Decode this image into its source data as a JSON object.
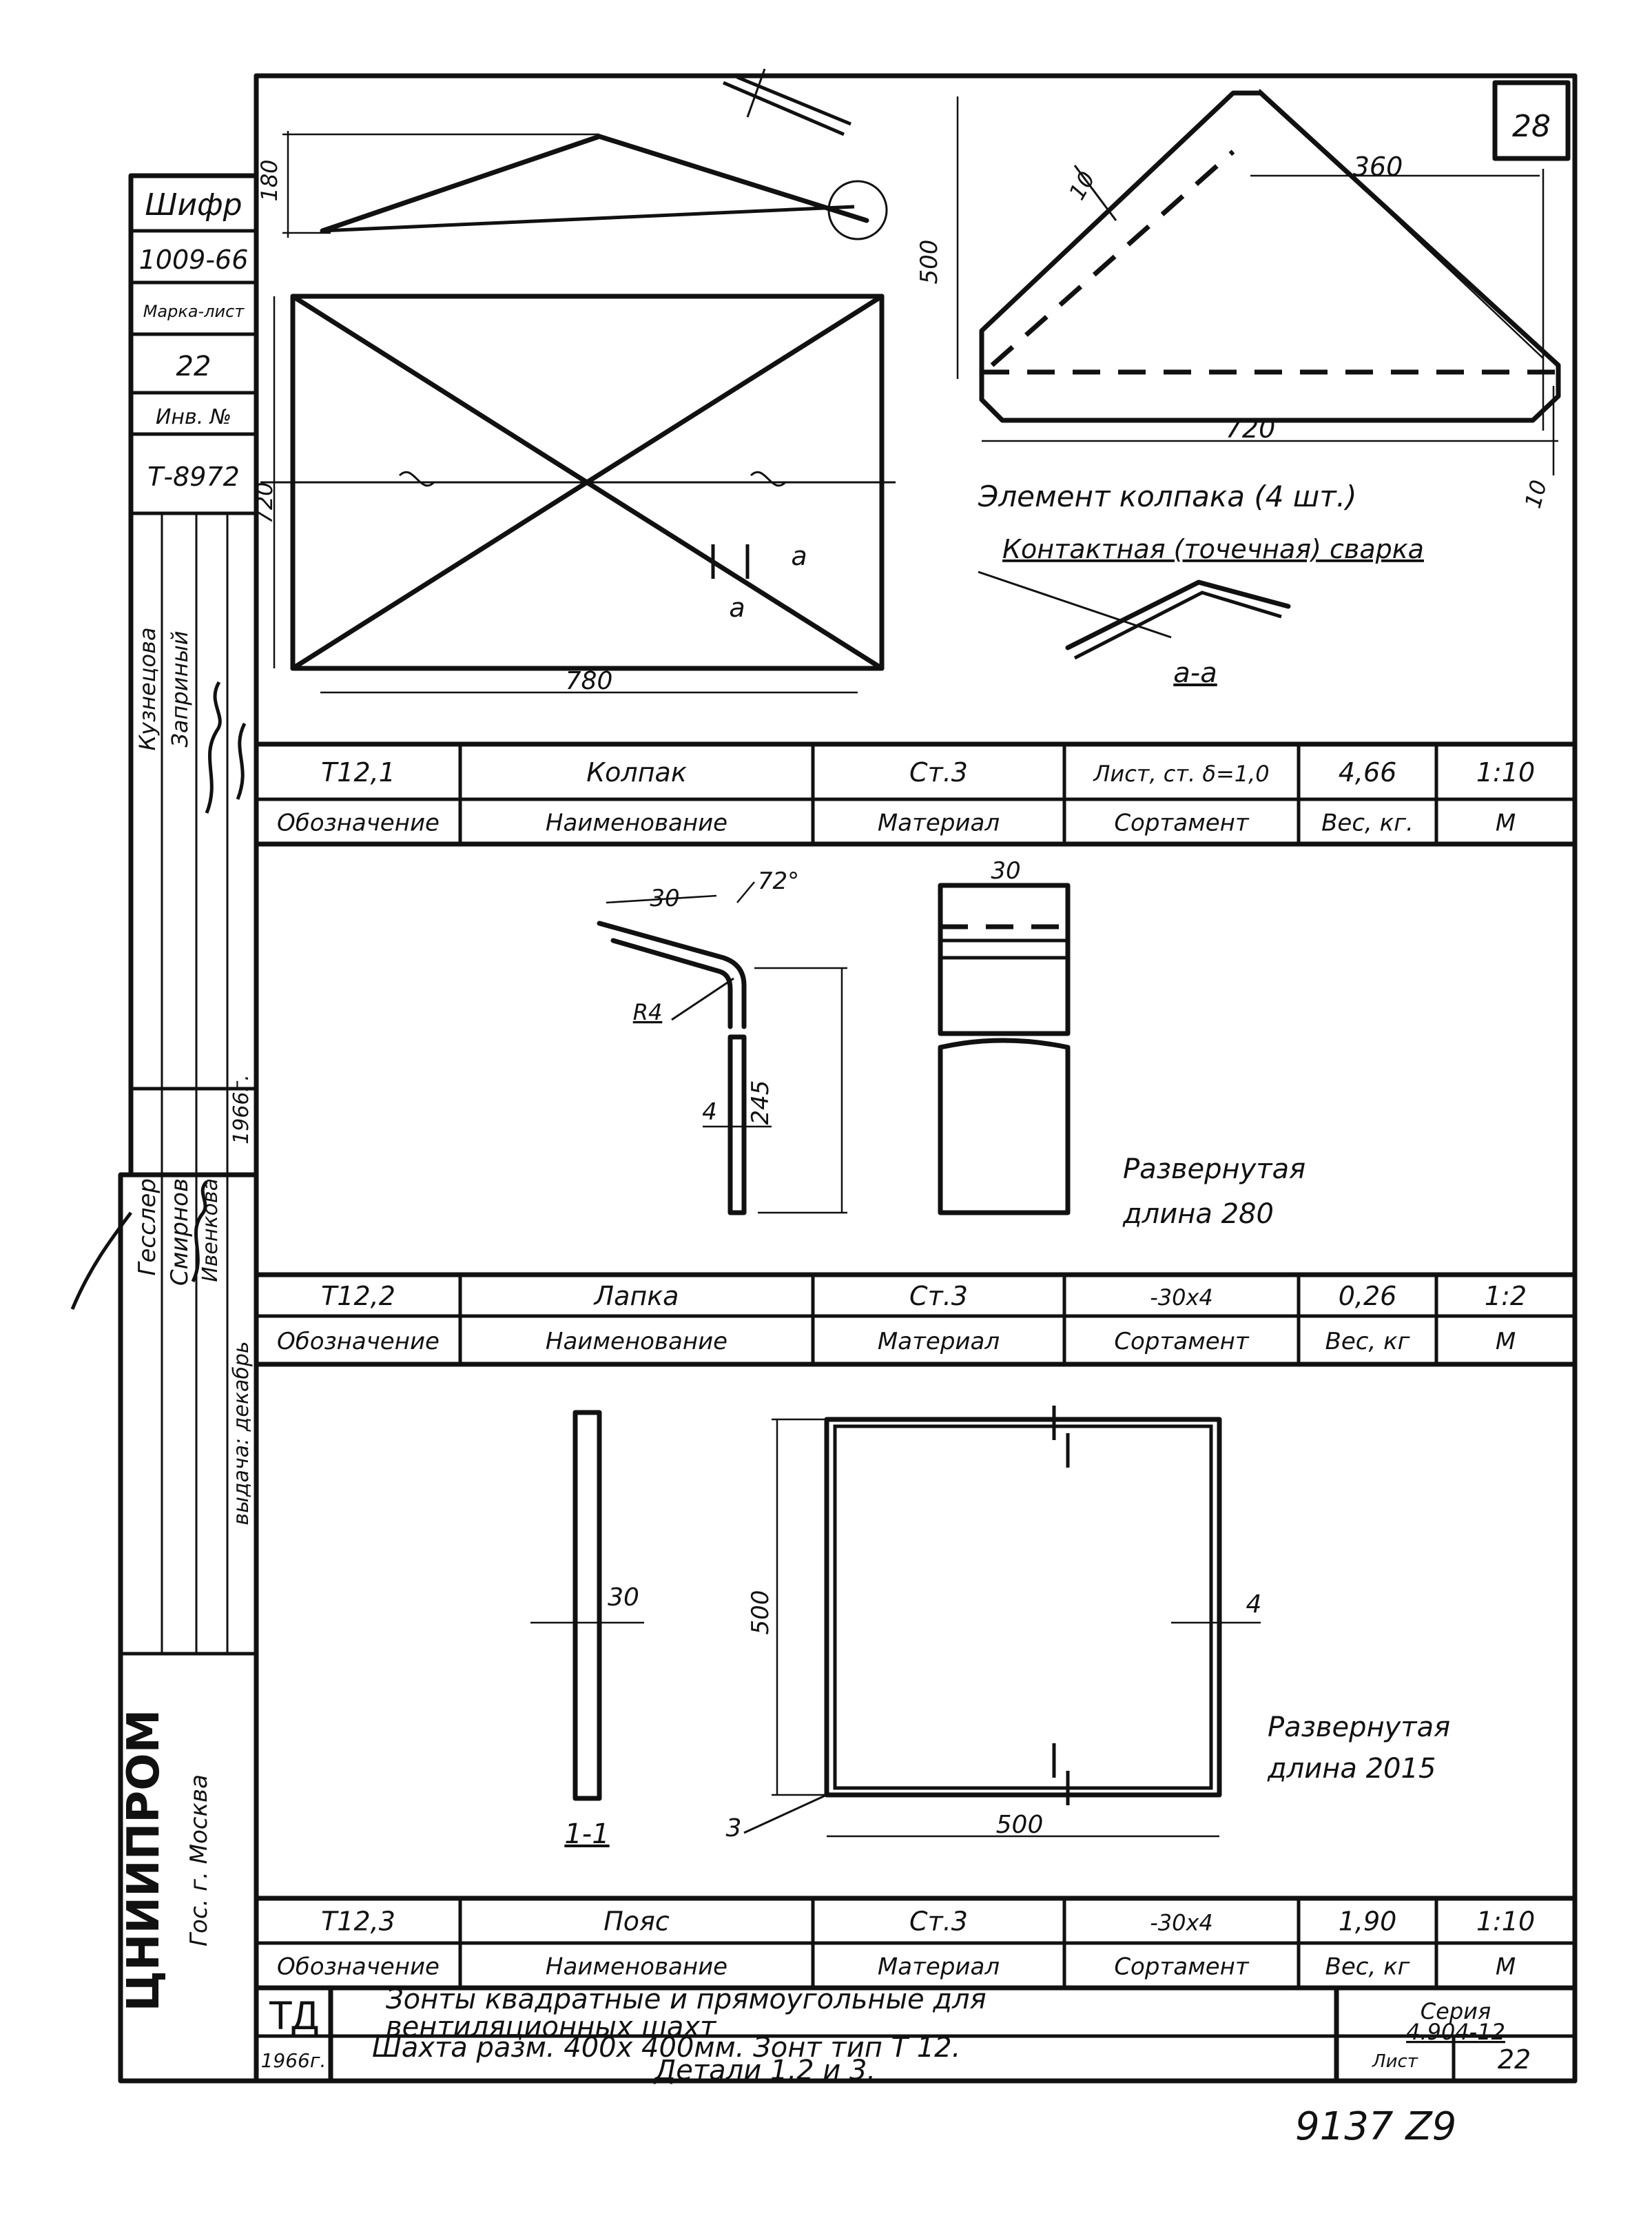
{
  "sheet_number": "28",
  "footer_handwritten": "9137  Z9",
  "side_stamp": {
    "cipher_header": "Шифр",
    "cipher_value": "1009-66",
    "sheet_label": "Марка-лист",
    "sheet_value": "22",
    "inv_label": "Инв. №",
    "inv_value": "Т-8972",
    "signatures_top": [
      "Кузнецова",
      "Заприный"
    ],
    "signatures_mid": [
      "Гесслер",
      "Смирнов",
      "Ивенкова",
      "1966г."
    ],
    "issue_note": "выдача: декабрь",
    "institute": "ЦНИИПРОМ",
    "institute_sub": "Гос. г. Москва"
  },
  "view1": {
    "dim_height_top": "180",
    "dim_height_plan": "720",
    "dim_width_plan": "780",
    "section_mark": "a"
  },
  "view2": {
    "dim_360": "360",
    "dim_500": "500",
    "dim_720": "720",
    "dim_10": "10",
    "dim_10b": "10",
    "caption": "Элемент колпака (4 шт.)",
    "weld_note": "Контактная (точечная) сварка",
    "section_label": "а-а"
  },
  "detail2": {
    "dim_30a": "30",
    "dim_30b": "30",
    "angle": "72°",
    "radius": "R4",
    "thickness": "4",
    "length": "245",
    "developed_1": "Развернутая",
    "developed_2": "длина  280"
  },
  "detail3": {
    "dim_30": "30",
    "dim_500_side": "500",
    "dim_500_bottom": "500",
    "dim_4": "4",
    "dim_3": "3",
    "section": "1-1",
    "developed_1": "Развернутая",
    "developed_2": "длина  2015"
  },
  "spec_headers": {
    "designation": "Обозначение",
    "name": "Наименование",
    "material": "Материал",
    "assortment": "Сортамент",
    "weight": "Вес, кг",
    "scale": "М"
  },
  "spec_rows": [
    {
      "designation": "Т12,1",
      "name": "Колпак",
      "material": "Ст.3",
      "assortment": "Лист, ст. δ=1,0",
      "weight": "4,66",
      "scale": "1:10",
      "weight_header": "Вес, кг."
    },
    {
      "designation": "Т12,2",
      "name": "Лапка",
      "material": "Ст.3",
      "assortment": "-30х4",
      "weight": "0,26",
      "scale": "1:2",
      "weight_header": "Вес, кг"
    },
    {
      "designation": "Т12,3",
      "name": "Пояс",
      "material": "Ст.3",
      "assortment": "-30х4",
      "weight": "1,90",
      "scale": "1:10",
      "weight_header": "Вес, кг"
    }
  ],
  "title_block": {
    "logo": "ТД",
    "title_line1": "Зонты квадратные и прямоугольные для",
    "title_line2": "вентиляционных шахт",
    "series_label": "Серия",
    "series_value": "4.904-12",
    "year": "1966г.",
    "desc_line1": "Шахта разм. 400х 400мм. Зонт тип Т 12.",
    "desc_line2": "Детали 1,2 и 3.",
    "sheet_label": "Лист",
    "sheet_value": "22"
  }
}
